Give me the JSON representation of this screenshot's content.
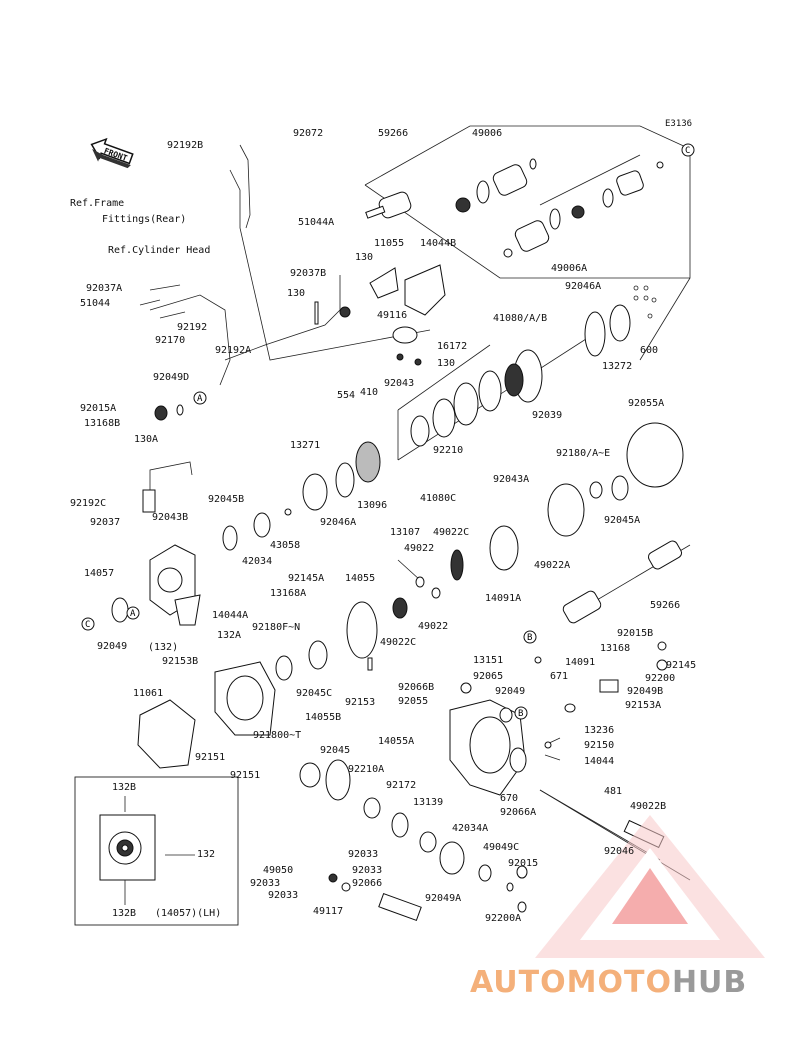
{
  "diagram_id": "E3136",
  "front_label": "FRONT",
  "ref_frame": "Ref.Frame",
  "ref_fittings": "Fittings(Rear)",
  "ref_cylinder": "Ref.Cylinder Head",
  "inset_caption": "(14057)(LH)",
  "watermark": {
    "part1": "AUTOMOTO",
    "part2": "HUB",
    "color1": "#f4b07a",
    "color2": "#9a9a9a",
    "triangle": "#e84a4a"
  },
  "labels": {
    "l92192B": "92192B",
    "l92072": "92072",
    "l59266a": "59266",
    "l49006": "49006",
    "l51044A": "51044A",
    "l11055": "11055",
    "l14044B": "14044B",
    "l130a": "130",
    "l92037B": "92037B",
    "l130b": "130",
    "l92037A": "92037A",
    "l51044": "51044",
    "l92192": "92192",
    "l92170": "92170",
    "l49116": "49116",
    "l92192A": "92192A",
    "l16172": "16172",
    "l130c": "130",
    "l92043": "92043",
    "l554": "554",
    "l410": "410",
    "l49006A": "49006A",
    "l92046A_top": "92046A",
    "l41080AB": "41080/A/B",
    "l600": "600",
    "l13272": "13272",
    "l92039": "92039",
    "l92055A": "92055A",
    "l92049D": "92049D",
    "l92015A": "92015A",
    "l13168B": "13168B",
    "l130A": "130A",
    "l13271": "13271",
    "l92210": "92210",
    "l92180AE": "92180/A~E",
    "l92043A": "92043A",
    "l92192C": "92192C",
    "l92045B": "92045B",
    "l92046A": "92046A",
    "l13096": "13096",
    "l41080C": "41080C",
    "l92045A": "92045A",
    "l92037": "92037",
    "l92043B": "92043B",
    "l43058": "43058",
    "l13107": "13107",
    "l49022C_top": "49022C",
    "l42034": "42034",
    "l49022_top": "49022",
    "l49022A": "49022A",
    "l14057": "14057",
    "l92145A": "92145A",
    "l13168A": "13168A",
    "l14055": "14055",
    "l14091A": "14091A",
    "l59266b": "59266",
    "l14044A": "14044A",
    "l49022_mid": "49022",
    "l92049": "92049",
    "l132A": "132A",
    "l132p": "(132)",
    "l92180FN": "92180F~N",
    "l49022C_mid": "49022C",
    "l92015B": "92015B",
    "l13168": "13168",
    "l92145": "92145",
    "l92153B": "92153B",
    "l13151": "13151",
    "l14091": "14091",
    "l92065": "92065",
    "l92200": "92200",
    "l671": "671",
    "l11061": "11061",
    "l92066B": "92066B",
    "l92049b": "92049",
    "l92049B": "92049B",
    "l92055": "92055",
    "l92045C": "92045C",
    "l92153": "92153",
    "l92153A": "92153A",
    "l14055B": "14055B",
    "l13236": "13236",
    "l921800T": "921800~T",
    "l92150": "92150",
    "l14055A": "14055A",
    "l92045": "92045",
    "l14044": "14044",
    "l92151a": "92151",
    "l92210A": "92210A",
    "l92151b": "92151",
    "l92172": "92172",
    "l670": "670",
    "l481": "481",
    "l49022B": "49022B",
    "l132B_top": "132B",
    "l13139": "13139",
    "l92066A": "92066A",
    "l42034A": "42034A",
    "l132": "132",
    "l92046": "92046",
    "l92033a": "92033",
    "l49049C": "49049C",
    "l49050": "49050",
    "l92033b": "92033",
    "l92015": "92015",
    "l92033c": "92033",
    "l92066": "92066",
    "l92033d": "92033",
    "l92049A": "92049A",
    "l49117": "49117",
    "l92200A": "92200A",
    "l132B_bot": "132B"
  },
  "callouts": {
    "A1": "A",
    "A2": "A",
    "B1": "B",
    "B2": "B",
    "C1": "C",
    "C2": "C"
  }
}
